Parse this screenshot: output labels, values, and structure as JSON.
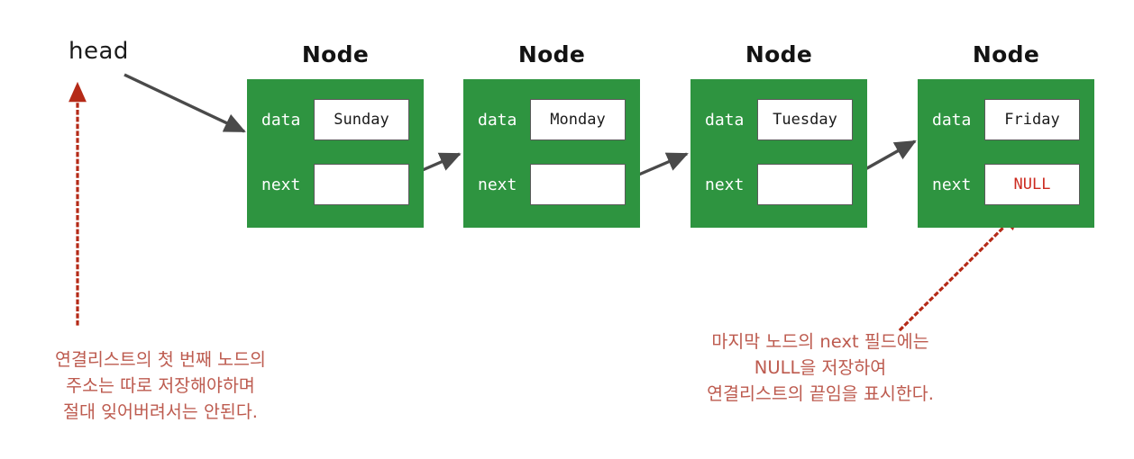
{
  "diagram": {
    "title_label": "Node",
    "head_label": "head",
    "field_labels": {
      "data": "data",
      "next": "next"
    },
    "colors": {
      "node_fill": "#2e9440",
      "null_text": "#cc2b20",
      "annotation_text": "#bd5b4f",
      "arrow_gray": "#4a4a4a",
      "arrow_red": "#b52a17"
    },
    "nodes": [
      {
        "title": "Node",
        "data_label": "data",
        "data_value": "Sunday",
        "next_label": "next",
        "next_value": ""
      },
      {
        "title": "Node",
        "data_label": "data",
        "data_value": "Monday",
        "next_label": "next",
        "next_value": ""
      },
      {
        "title": "Node",
        "data_label": "data",
        "data_value": "Tuesday",
        "next_label": "next",
        "next_value": ""
      },
      {
        "title": "Node",
        "data_label": "data",
        "data_value": "Friday",
        "next_label": "next",
        "next_value": "NULL"
      }
    ],
    "notes": {
      "left": {
        "line1": "연결리스트의 첫 번째 노드의",
        "line2": "주소는 따로 저장해야하며",
        "line3": "절대 잊어버려서는 안된다."
      },
      "right": {
        "line1": "마지막 노드의 next 필드에는",
        "line2": "NULL을 저장하여",
        "line3": "연결리스트의 끝임을 표시한다."
      }
    }
  }
}
